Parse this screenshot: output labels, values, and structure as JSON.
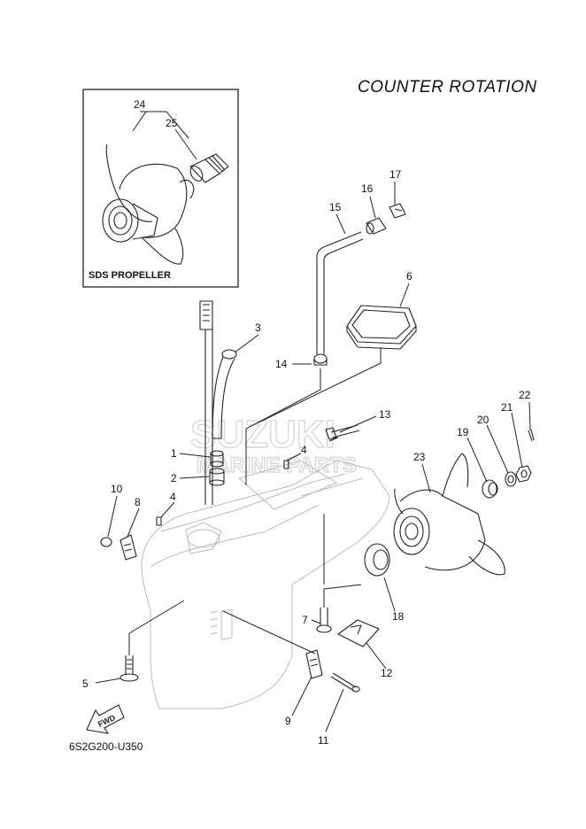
{
  "diagram": {
    "title": "COUNTER  ROTATION",
    "inset_label": "SDS PROPELLER",
    "diagram_code": "6S2G200-U350",
    "watermark": {
      "line1": "SUZUKI",
      "line2": "MARINE PARTS"
    },
    "fwd_label": "FWD",
    "part_numbers": [
      "1",
      "2",
      "3",
      "4",
      "4",
      "5",
      "6",
      "7",
      "8",
      "9",
      "10",
      "11",
      "12",
      "13",
      "14",
      "15",
      "16",
      "17",
      "18",
      "19",
      "20",
      "21",
      "22",
      "23",
      "24",
      "25"
    ]
  }
}
